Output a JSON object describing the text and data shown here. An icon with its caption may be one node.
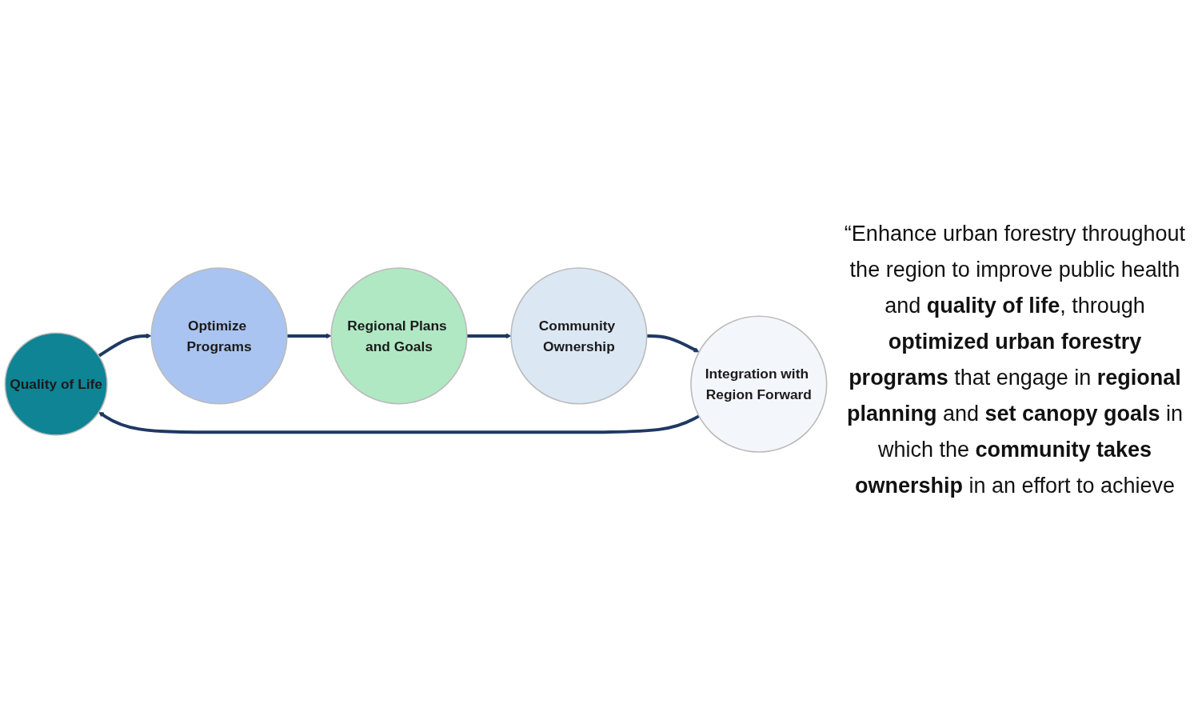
{
  "diagram": {
    "nodes": [
      {
        "text": [
          "Quality of Life"
        ]
      },
      {
        "text": [
          "Optimize Programs"
        ]
      },
      {
        "text": [
          "Regional Plans and Goals"
        ]
      },
      {
        "text": [
          "Community Ownership"
        ]
      },
      {
        "text": [
          "Integration with Region Forward"
        ]
      }
    ],
    "edges": [
      {
        "from": 0,
        "to": 1,
        "arrow": "to"
      },
      {
        "from": 1,
        "to": 2,
        "arrow": "to"
      },
      {
        "from": 2,
        "to": 3,
        "arrow": "to"
      },
      {
        "from": 3,
        "to": 4,
        "arrow": "to"
      },
      {
        "from": 4,
        "to": 0,
        "arrow": "to"
      }
    ],
    "labels": [
      "“Enhance urban forestry throughout the region to improve public health and **quality of life**, through **optimized urban forestry programs** that engage in **regional planning** and **set canopy goals** in which the **community takes ownership** in an effort to achieve"
    ]
  }
}
